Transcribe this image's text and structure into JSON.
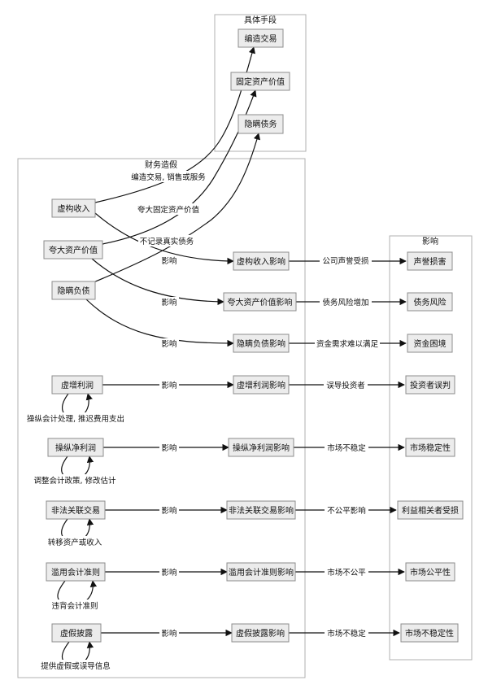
{
  "clusters": {
    "means": {
      "label": "具体手段"
    },
    "fraud": {
      "label": "财务造假"
    },
    "impact": {
      "label": "影响"
    }
  },
  "nodes": {
    "m_fake_trade": "编造交易",
    "m_fixed_value": "固定资产价值",
    "m_hide_debt": "隐瞒债务",
    "f_fake_income": "虚构收入",
    "f_inflate_assets": "夸大资产价值",
    "f_hide_liab": "隐瞒负债",
    "f_inflate_profit": "虚增利润",
    "f_manip_profit": "操纵净利润",
    "f_illegal_rel": "非法关联交易",
    "f_abuse_std": "滥用会计准则",
    "f_false_disc": "虚假披露",
    "e_fake_income": "虚构收入影响",
    "e_inflate_assets": "夸大资产价值影响",
    "e_hide_liab": "隐瞒负债影响",
    "e_inflate_profit": "虚增利润影响",
    "e_manip_profit": "操纵净利润影响",
    "e_illegal_rel": "非法关联交易影响",
    "e_abuse_std": "滥用会计准则影响",
    "e_false_disc": "虚假披露影响",
    "i_reputation": "声誉损害",
    "i_debt_risk": "债务风险",
    "i_capital": "资金困境",
    "i_investor": "投资者误判",
    "i_stability": "市场稳定性",
    "i_stakeholder": "利益相关者受损",
    "i_fairness": "市场公平性",
    "i_instability": "市场不稳定性"
  },
  "edge_labels": {
    "fake_trade": "编造交易, 销售或服务",
    "inflate_fixed": "夸大固定资产价值",
    "no_record_debt": "不记录真实债务",
    "influence": "影响",
    "rep_loss": "公司声誉受损",
    "debt_risk_up": "债务风险增加",
    "capital_hard": "资金需求难以满足",
    "mislead_investor": "误导投资者",
    "market_unstable": "市场不稳定",
    "unfair_effect": "不公平影响",
    "market_unfair": "市场不公平",
    "manip_accounting": "操纵会计处理, 推迟费用支出",
    "adjust_policy": "调整会计政策, 修改估计",
    "transfer_assets": "转移资产或收入",
    "violate_std": "违背会计准则",
    "provide_false_info": "提供虚假或误导信息"
  }
}
